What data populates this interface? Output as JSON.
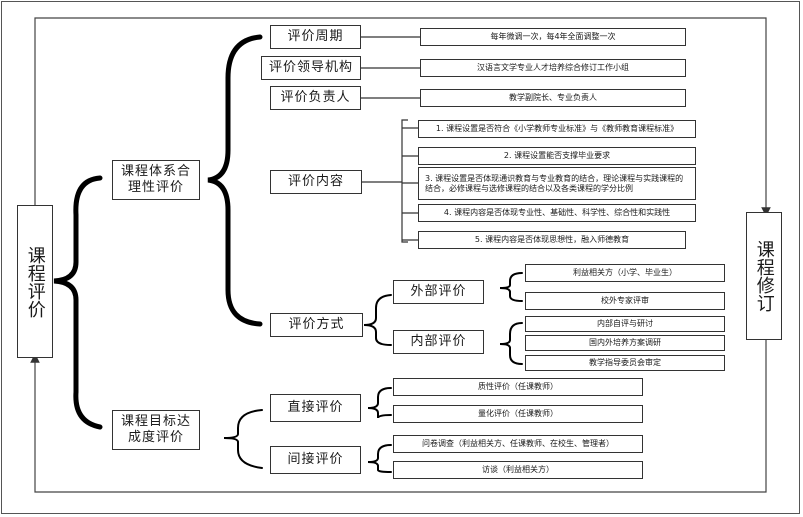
{
  "left_box": "课程评价",
  "right_box": "课程修订",
  "branch1": {
    "title": "课程体系合理性评价",
    "cycle": {
      "label": "评价周期",
      "detail": "每年微调一次，每4年全面调整一次"
    },
    "org": {
      "label": "评价领导机构",
      "detail": "汉语言文学专业人才培养综合修订工作小组"
    },
    "owner": {
      "label": "评价负责人",
      "detail": "教学副院长、专业负责人"
    },
    "content": {
      "label": "评价内容",
      "items": [
        "1. 课程设置是否符合《小学教师专业标准》与《教师教育课程标准》",
        "2. 课程设置能否支撑毕业要求",
        "3. 课程设置是否体现通识教育与专业教育的结合，理论课程与实践课程的结合，必修课程与选修课程的结合以及各类课程的学分比例",
        "4. 课程内容是否体现专业性、基础性、科学性、综合性和实践性",
        "5. 课程内容是否体现思想性，融入师德教育"
      ]
    },
    "method": {
      "label": "评价方式",
      "external": {
        "label": "外部评价",
        "items": [
          "利益相关方（小学、毕业生）",
          "校外专家评审"
        ]
      },
      "internal": {
        "label": "内部评价",
        "items": [
          "内部自评与研讨",
          "国内外培养方案调研",
          "教学指导委员会审定"
        ]
      }
    }
  },
  "branch2": {
    "title": "课程目标达成度评价",
    "direct": {
      "label": "直接评价",
      "items": [
        "质性评价（任课教师）",
        "量化评价（任课教师）"
      ]
    },
    "indirect": {
      "label": "间接评价",
      "items": [
        "问卷调查（利益相关方、任课教师、在校生、管理者）",
        "访谈（利益相关方）"
      ]
    }
  }
}
